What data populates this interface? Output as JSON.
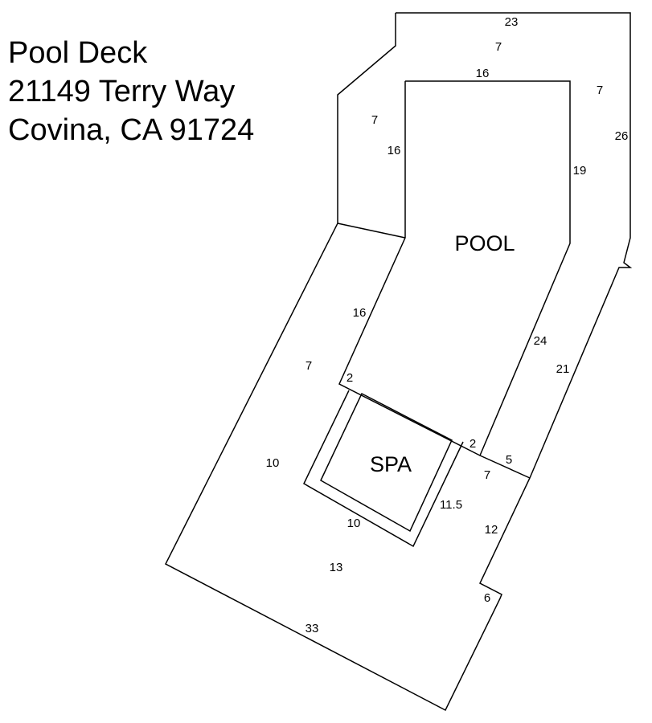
{
  "header": {
    "line1": "Pool Deck",
    "line2": "21149 Terry Way",
    "line3": "Covina, CA 91724"
  },
  "areas": {
    "pool": "POOL",
    "spa": "SPA"
  },
  "dimensions": {
    "top_outer": "23",
    "top_deck_width": "7",
    "pool_top": "16",
    "right_deck_width": "7",
    "left_deck_width_upper": "7",
    "pool_left_upper": "16",
    "right_outer_upper": "26",
    "pool_right": "19",
    "pool_left_lower": "16",
    "pool_right_diagonal": "24",
    "left_deck_width_lower": "7",
    "right_outer_lower": "21",
    "spa_coping_left": "2",
    "spa_coping_right": "2",
    "spa_left": "10",
    "step_top": "5",
    "step_side": "7",
    "spa_right": "11.5",
    "right_outer_bottom": "12",
    "spa_bottom": "10",
    "deck_bottom_width": "13",
    "notch": "6",
    "bottom_outer": "33"
  }
}
